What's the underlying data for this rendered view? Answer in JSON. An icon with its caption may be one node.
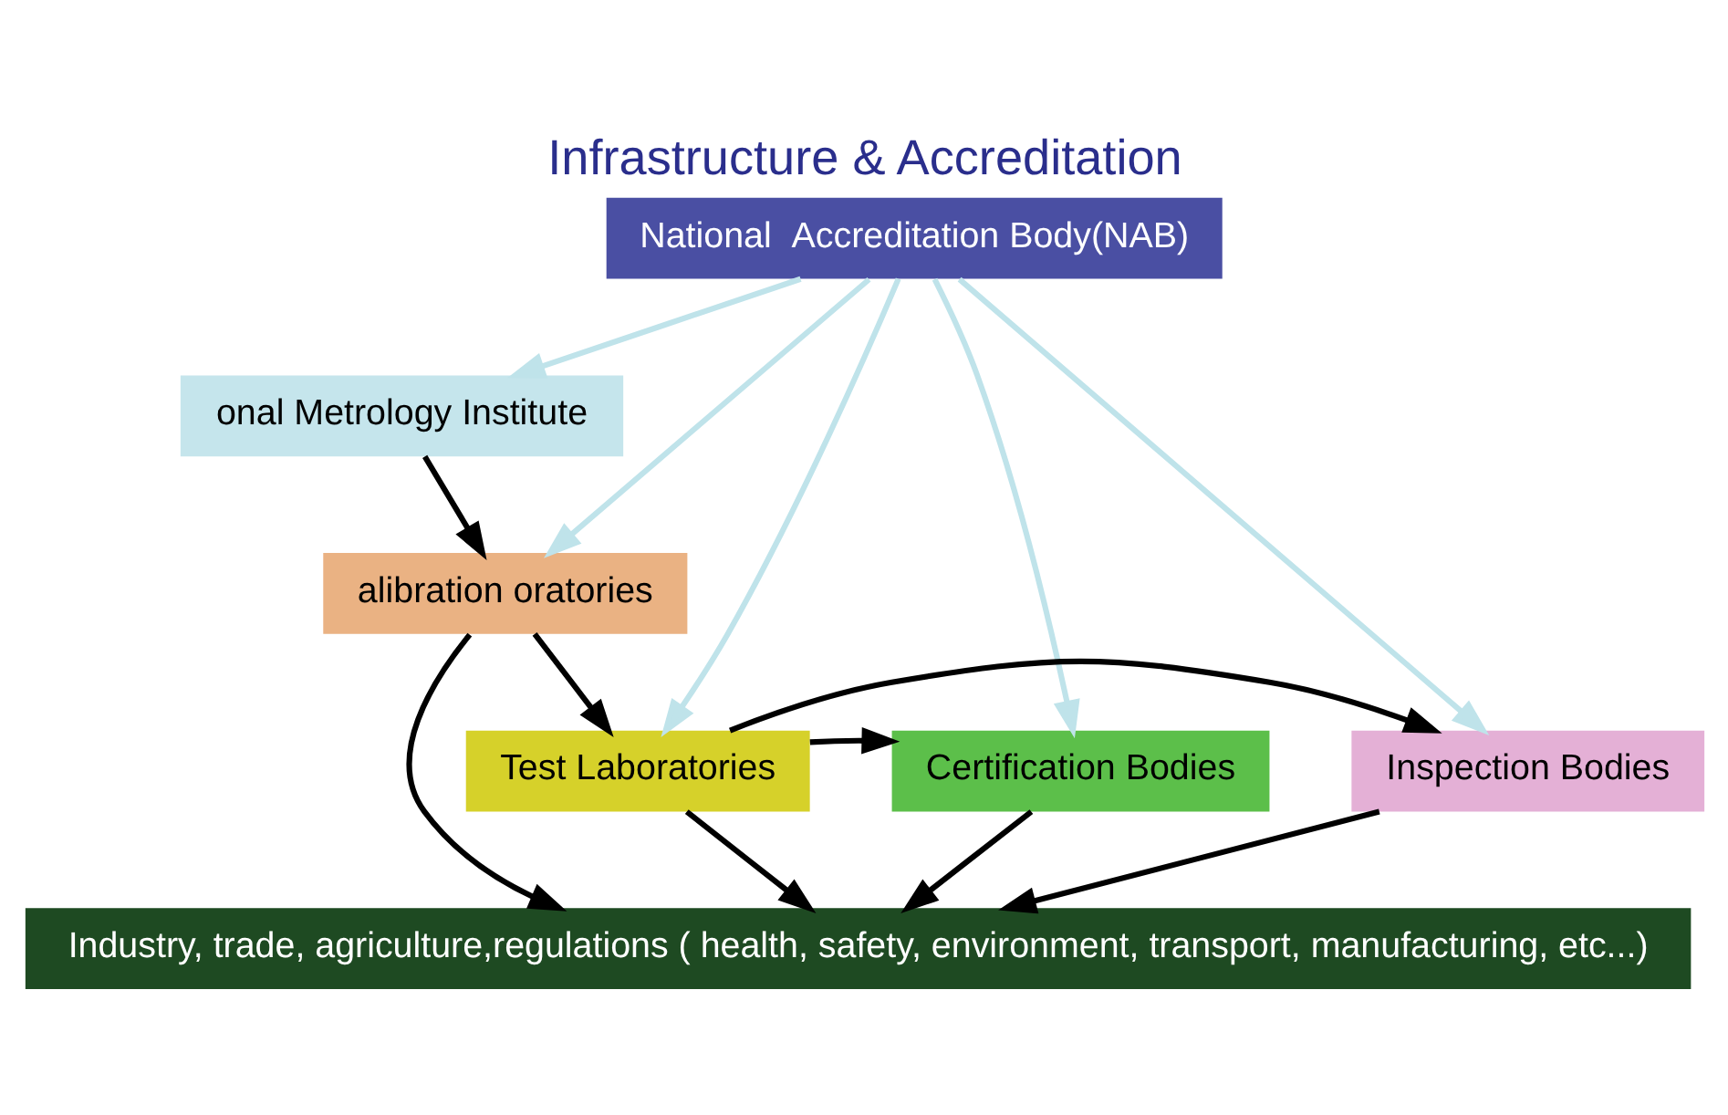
{
  "diagram": {
    "title": "Infrastructure & Accreditation",
    "nodes": [
      {
        "text": [
          "National  Accreditation Body(NAB)"
        ]
      },
      {
        "text": [
          "onal Metrology Institute"
        ]
      },
      {
        "text": [
          "alibration oratories"
        ]
      },
      {
        "text": [
          "Test Laboratories"
        ]
      },
      {
        "text": [
          "Certification Bodies"
        ]
      },
      {
        "text": [
          "Inspection Bodies"
        ]
      },
      {
        "text": [
          "Industry, trade, agriculture,regulations ( health, safety, environment, transport, manufacturing, etc...)"
        ]
      }
    ],
    "edges": [
      {
        "from": 0,
        "to": 1,
        "arrow": "to",
        "color": "#bfe3ea"
      },
      {
        "from": 0,
        "to": 2,
        "arrow": "to",
        "color": "#bfe3ea"
      },
      {
        "from": 0,
        "to": 3,
        "arrow": "to",
        "color": "#bfe3ea"
      },
      {
        "from": 0,
        "to": 4,
        "arrow": "to",
        "color": "#bfe3ea"
      },
      {
        "from": 0,
        "to": 5,
        "arrow": "to",
        "color": "#bfe3ea"
      },
      {
        "from": 1,
        "to": 2,
        "arrow": "to"
      },
      {
        "from": 2,
        "to": 3,
        "arrow": "to"
      },
      {
        "from": 2,
        "to": 6,
        "arrow": "to"
      },
      {
        "from": 3,
        "to": 4,
        "arrow": "to"
      },
      {
        "from": 3,
        "to": 5,
        "arrow": "to"
      },
      {
        "from": 3,
        "to": 6,
        "arrow": "to"
      },
      {
        "from": 4,
        "to": 6,
        "arrow": "to"
      },
      {
        "from": 5,
        "to": 6,
        "arrow": "to"
      }
    ]
  }
}
